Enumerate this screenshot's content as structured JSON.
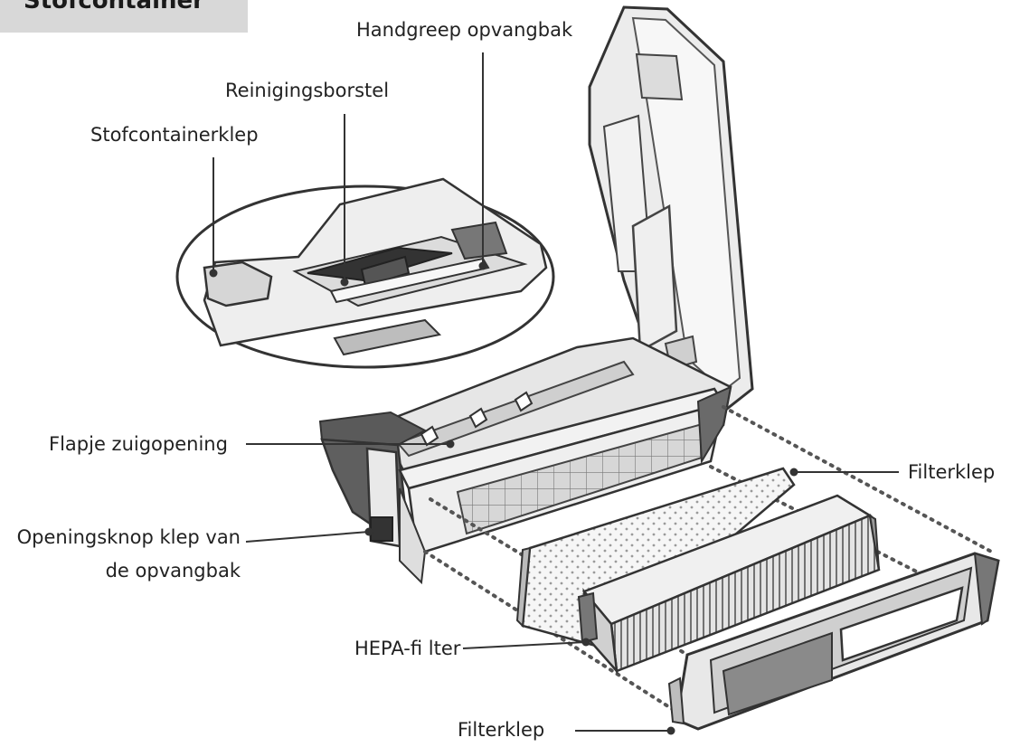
{
  "header": {
    "title": "Stofcontainer"
  },
  "labels": {
    "handgreep": "Handgreep opvangbak",
    "reinigingsborstel": "Reinigingsborstel",
    "stofcontainerklep": "Stofcontainerklep",
    "flapje": "Flapje zuigopening",
    "filterklep_right": "Filterklep",
    "openingsknop_line1": "Openingsknop klep van",
    "openingsknop_line2": "de opvangbak",
    "hepa": "HEPA-fi lter",
    "filterklep_bottom": "Filterklep"
  },
  "colors": {
    "outline": "#333333",
    "body_light": "#eeeeee",
    "body_mid": "#c9c9c9",
    "body_dark": "#5a5a5a",
    "header_bg": "#d8d8d8"
  }
}
